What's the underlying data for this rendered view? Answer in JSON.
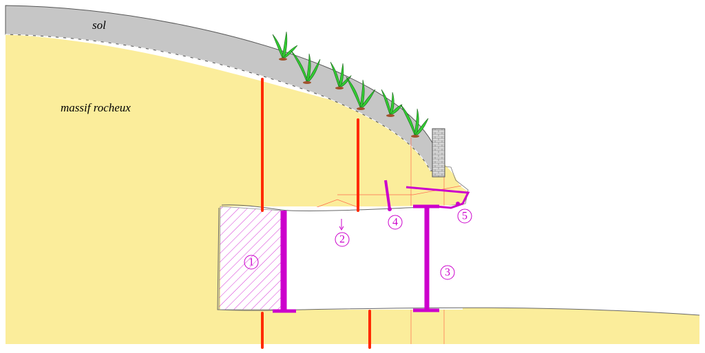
{
  "labels": {
    "soil": "sol",
    "rock_mass": "massif rocheux"
  },
  "markers": [
    {
      "id": "1",
      "text": "1"
    },
    {
      "id": "2",
      "text": "2"
    },
    {
      "id": "3",
      "text": "3"
    },
    {
      "id": "4",
      "text": "4"
    },
    {
      "id": "5",
      "text": "5"
    }
  ],
  "colors": {
    "rock": "#fbed9b",
    "soil": "#c6c6c6",
    "bolt": "#ff2a00",
    "support": "#cc00cc",
    "plant": "#33cc33",
    "wall": "#d9d9d9"
  }
}
